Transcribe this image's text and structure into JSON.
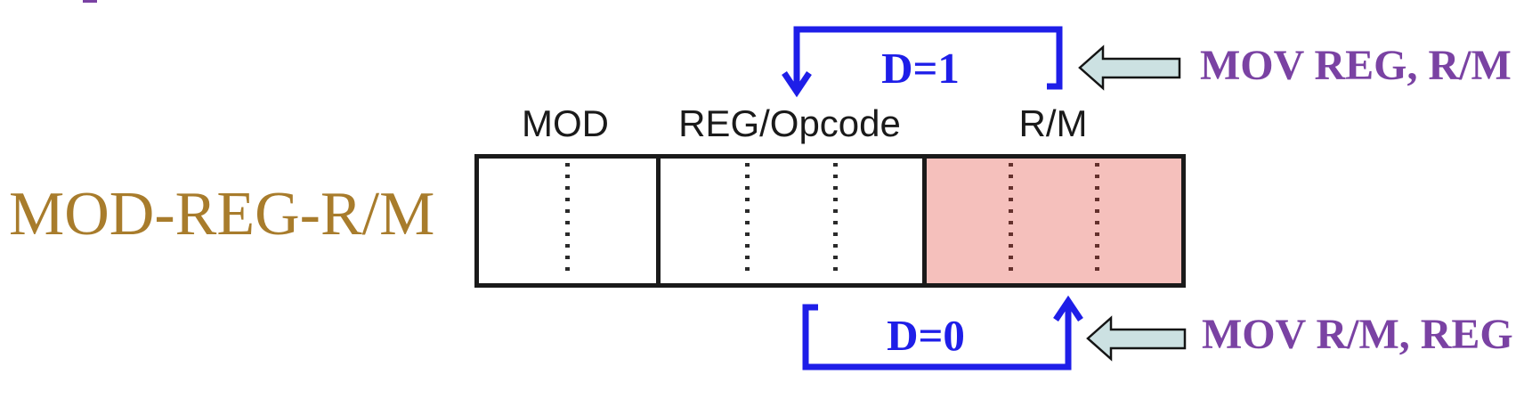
{
  "diagram": {
    "side_label": "MOD-REG-R/M",
    "fields": [
      {
        "label": "MOD",
        "bit_cells": 2,
        "highlighted": false
      },
      {
        "label": "REG/Opcode",
        "bit_cells": 3,
        "highlighted": false
      },
      {
        "label": "R/M",
        "bit_cells": 3,
        "highlighted": true
      }
    ],
    "arrows": {
      "top": {
        "label": "D=1",
        "instruction": "MOV REG, R/M",
        "direction": "R/M field redirected to REG/Opcode"
      },
      "bottom": {
        "label": "D=0",
        "instruction": "MOV R/M, REG",
        "direction": "REG/Opcode field redirected to R/M"
      }
    },
    "colors": {
      "side_label_brown": "#A87C2C",
      "field_label_black": "#1A1A1A",
      "arrow_blue": "#1E1EE8",
      "instruction_purple": "#7A42A3",
      "rm_highlight_pink": "#F5C0BC",
      "rm_dot_maroon": "#63302C",
      "block_arrow_fill": "#CCE1E2"
    }
  }
}
